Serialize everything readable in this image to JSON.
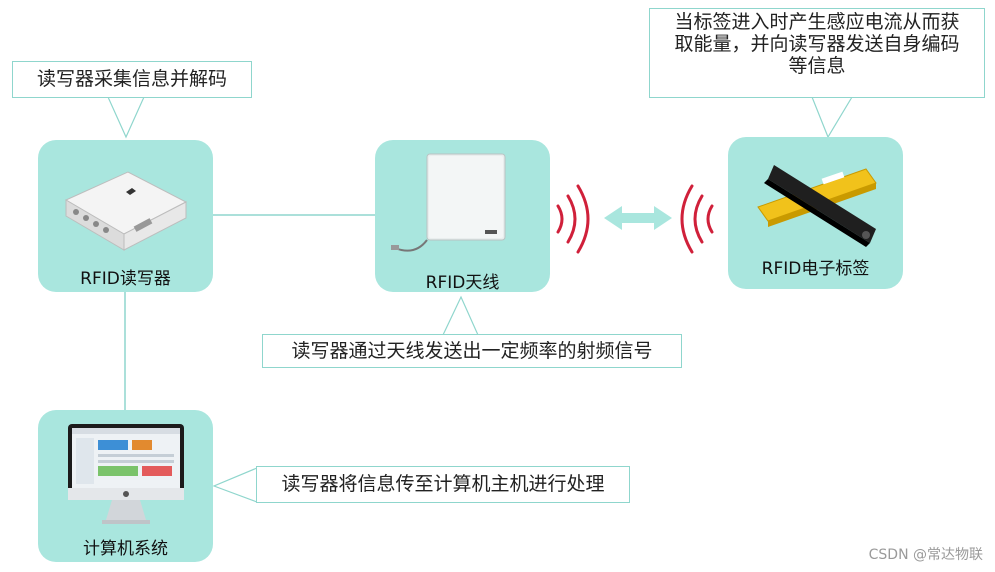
{
  "nodes": {
    "reader": {
      "label": "RFID读写器"
    },
    "antenna": {
      "label": "RFID天线"
    },
    "tag": {
      "label": "RFID电子标签"
    },
    "computer": {
      "label": "计算机系统"
    }
  },
  "callouts": {
    "reader": "读写器采集信息并解码",
    "tag": [
      "当标签进入时产生感应电流从而获",
      "取能量，并向读写器发送自身编码",
      "等信息"
    ],
    "antenna": "读写器通过天线发送出一定频率的射频信号",
    "computer": "读写器将信息传至计算机主机进行处理"
  },
  "colors": {
    "card": "#a9e6de",
    "connector": "#8fd6cd",
    "signal": "#d0203a",
    "arrow": "#a9e6de"
  },
  "watermark": "CSDN @常达物联"
}
